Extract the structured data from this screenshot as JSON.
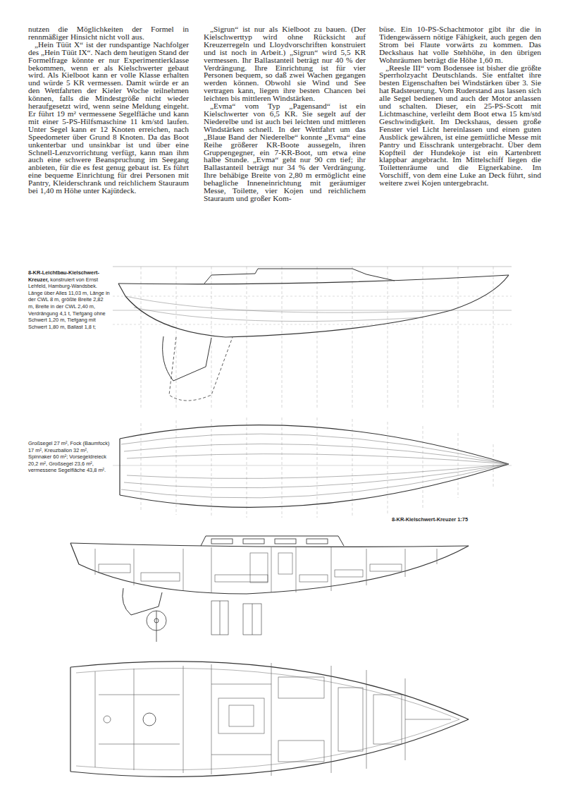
{
  "diagram": {
    "labels": [
      "nutzen die Möglichkeiten der Formel in rennmäßiger Hinsicht nicht voll aus.",
      "„Hein Tüüt X“ ist der rundspantige Nachfolger des „Hein Tüüt IX“. Nach dem heutigen Stand der Formelfrage könnte er nur Experimentierklasse bekommen, wenn er als Kielschwerter gebaut wird. Als Kielboot kann er volle Klasse erhalten und würde 5 KR vermessen. Damit würde er an den Wettfahrten der Kieler Woche teilnehmen können, falls die Mindestgröße nicht wieder heraufgesetzt wird, wenn seine Meldung eingeht. Er führt 19 m² vermessene Segelfläche und kann mit einer 5-PS-Hilfsmaschine 11 km/std laufen. Unter Segel kann er 12 Knoten erreichen, nach Speedometer über Grund 8 Knoten. Da das Boot unkenterbar und unsinkbar ist und über eine Schnell-Lenzvorrichtung verfügt, kann man ihm auch eine schwere Beanspruchung im Seegang anbieten, für die es fest genug gebaut ist. Es führt eine bequeme Einrichtung für drei Personen mit Pantry, Kleiderschrank und reichlichem Stauraum bei 1,40 m Höhe unter Kajütdeck.",
      "„Sigrun“ ist nur als Kielboot zu bauen. (Der Kielschwerttyp wird ohne Rücksicht auf Kreuzerregeln und Lloydvorschriften konstruiert und ist noch in Arbeit.) „Sigrun“ wird 5,5 KR vermessen. Ihr Ballastanteil beträgt nur 40 % der Verdrängung. Ihre Einrichtung ist für vier Personen bequem, so daß zwei Wachen gegangen werden können. Obwohl sie Wind und See vertragen kann, liegen ihre besten Chancen bei leichten bis mittleren Windstärken.",
      "„Evma“ vom Typ „Pagensand“ ist ein Kielschwerter von 6,5 KR. Sie segelt auf der Niederelbe und ist auch bei leichten und mittleren Windstärken schnell. In der Wettfahrt um das „Blaue Band der Niederelbe“ konnte „Evma“ eine Reihe größerer KR-Boote aussegeln, ihren Gruppengegner, ein 7-KR-Boot, um etwa eine halbe Stunde. „Evma“ geht nur 90 cm tief; ihr Ballastanteil beträgt nur 34 % der Verdrängung. Ihre behäbige Breite von 2,80 m ermöglicht eine behagliche Inneneinrichtung mit geräumiger Messe, Toilette, vier Kojen und reichlichem Stauraum und großer Kom-",
      "büse. Ein 10-PS-Schachtmotor gibt ihr die in Tidengewässern nötige Fähigkeit, auch gegen den Strom bei Flaute vorwärts zu kommen. Das Deckshaus hat volle Stehhöhe, in den übrigen Wohnräumen beträgt die Höhe 1,60 m.",
      "„Reesle III“ vom Bodensee ist bisher die größte Sperrholzyacht Deutschlands. Sie entfaltet ihre besten Eigenschaften bei Windstärken über 3. Sie hat Radsteuerung. Vom Ruderstand aus lassen sich alle Segel bedienen und auch der Motor anlassen und schalten. Dieser, ein 25-PS-Scott mit Lichtmaschine, verleiht dem Boot etwa 15 km/std Geschwindigkeit. Im Deckshaus, dessen große Fenster viel Licht hereinlassen und einen guten Ausblick gewähren, ist eine gemütliche Messe mit Pantry und Eisschrank untergebracht. Über dem Kopfteil der Hundekoje ist ein Kartenbrett klappbar angebracht. Im Mittelschiff liegen die Toilettenräume und die Eignerkabine. Im Vorschiff, von dem eine Luke an Deck führt, sind weitere zwei Kojen untergebracht.",
      "8-KR-Leichtbau-Kielschwert-Kreuzer,",
      "konstruiert von Ernst Lehfeld, Hamburg-Wandsbek. Länge über Alles 11,03 m, Länge in der CWL 8 m, größte Breite 2,82 m, Breite in der CWL 2,40 m, Verdrängung 4,1 t, Tiefgang ohne Schwert 1,20 m, Tiefgang mit Schwert 1,80 m, Ballast 1,8 t;",
      "Großsegel 27 m², Fock (Baumfock) 17 m², Kreuzballon 32 m², Spinnaker 60 m²; Vorsegeldreieck 20,2 m², Großsegel 23,6 m², vermessene Segelfläche 43,8 m².",
      "8-KR-Kielschwert-Kreuzer 1:75"
    ]
  }
}
